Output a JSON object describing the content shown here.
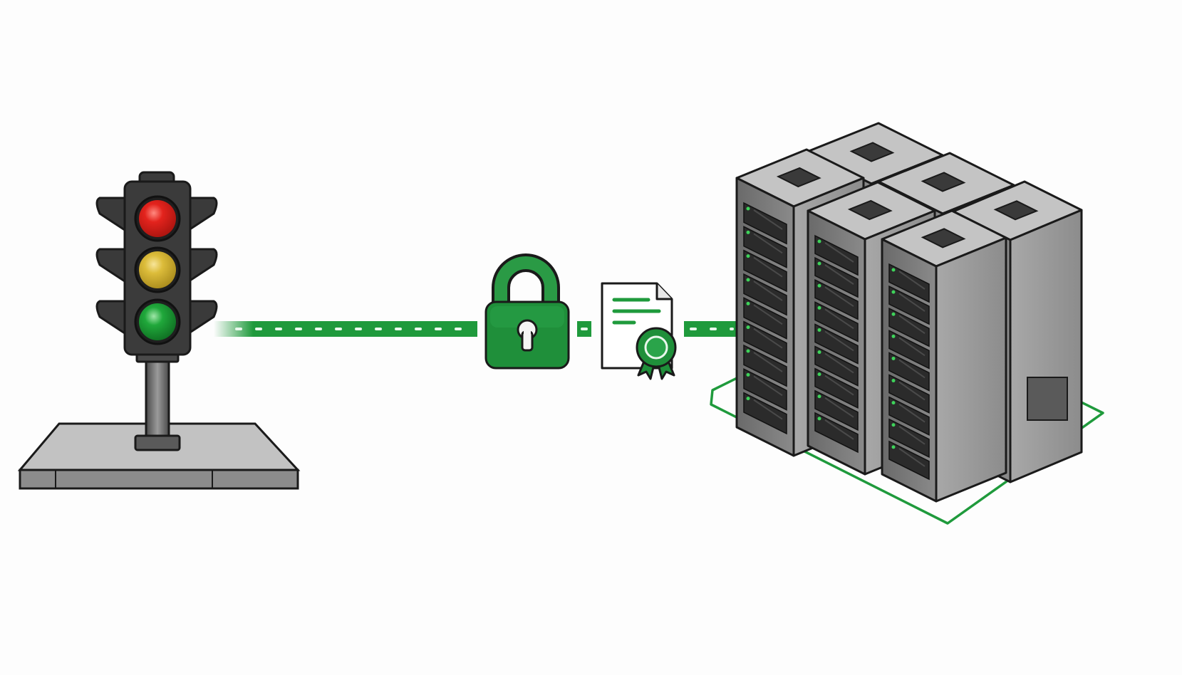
{
  "colors": {
    "background": "#fdfdfd",
    "accent_green": "#1f9a3c",
    "dark_green": "#18702b",
    "outline": "#1a1a1a",
    "housing": "#3b3b3b",
    "red_light": "#e3231d",
    "amber_light": "#e3c23a",
    "green_light": "#20a83b",
    "rack_front": "#7a7a7a",
    "rack_side": "#9a9a9a",
    "rack_top": "#c4c4c4",
    "pavement": "#bdbdbd"
  },
  "traffic_light": {
    "icon": "traffic-light-icon",
    "lights": [
      "red",
      "amber",
      "green"
    ],
    "active": "green"
  },
  "connection": {
    "icon": "secure-connection-line",
    "style": "dashed-glow"
  },
  "lock": {
    "icon": "padlock-icon",
    "state": "locked"
  },
  "certificate": {
    "icon": "certificate-icon",
    "seal": "ribbon-seal-icon"
  },
  "servers": {
    "icon": "server-rack-icon",
    "rack_count": 6,
    "zone": "highlighted-platform"
  }
}
